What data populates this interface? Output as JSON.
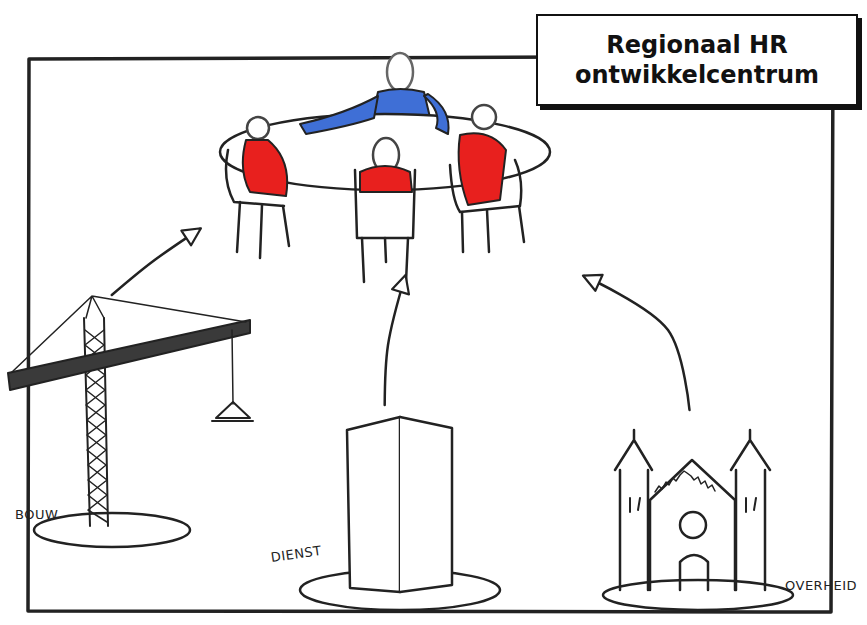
{
  "diagram": {
    "nodes": [
      {
        "text": [
          "Regionaal HR ontwikkelcentrum"
        ]
      },
      {
        "text": [
          "BOUW"
        ]
      },
      {
        "text": [
          "DIENST"
        ]
      },
      {
        "text": [
          "OVERHEID"
        ]
      }
    ],
    "edges": [
      {
        "from": 1,
        "to": 0,
        "arrow": "to"
      },
      {
        "from": 2,
        "to": 0,
        "arrow": "to"
      },
      {
        "from": 3,
        "to": 0,
        "arrow": "to"
      }
    ]
  }
}
